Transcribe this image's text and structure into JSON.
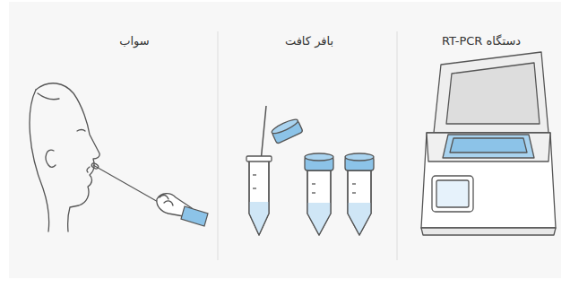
{
  "diagram": {
    "labels": [
      "سواب",
      "بافر کافت",
      "دستگاه RT-PCR"
    ]
  }
}
